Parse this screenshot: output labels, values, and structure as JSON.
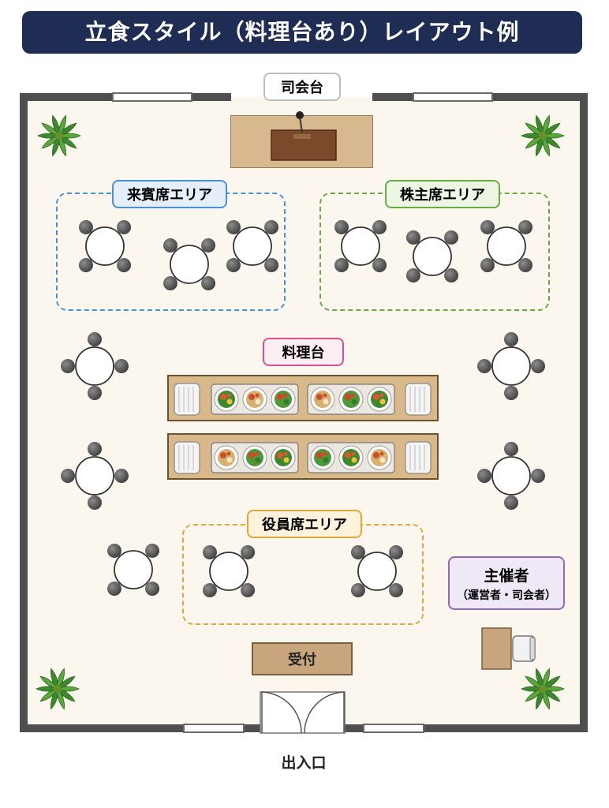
{
  "title": "立食スタイル（料理台あり）レイアウト例",
  "podium_label": "司会台",
  "zones": {
    "guest": "来賓席エリア",
    "shareholder": "株主席エリア",
    "buffet": "料理台",
    "officer": "役員席エリア"
  },
  "organizer": {
    "title": "主催者",
    "subtitle": "（運営者・司会者）"
  },
  "reception_label": "受付",
  "entrance_label": "出入口",
  "colors": {
    "title_bg": "#1f2d55",
    "guest_zone": "#4a90d9",
    "shareholder_zone": "#6aaa46",
    "buffet_label": "#d9508a",
    "officer_zone": "#e0a83a",
    "organizer_label": "#8e6ab8"
  }
}
